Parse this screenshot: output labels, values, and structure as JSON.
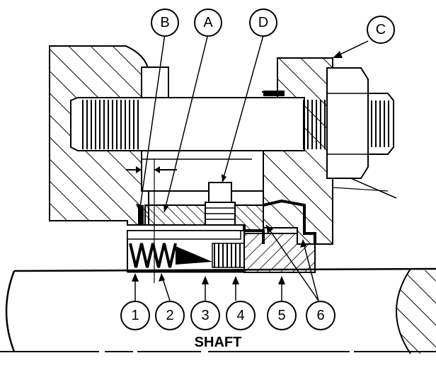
{
  "figure": {
    "letter_callouts": [
      "B",
      "A",
      "D",
      "C"
    ],
    "number_callouts": [
      "1",
      "2",
      "3",
      "4",
      "5",
      "6"
    ],
    "shaft_label": "SHAFT"
  },
  "colors": {
    "ink": "#000000",
    "background": "#ffffff"
  }
}
